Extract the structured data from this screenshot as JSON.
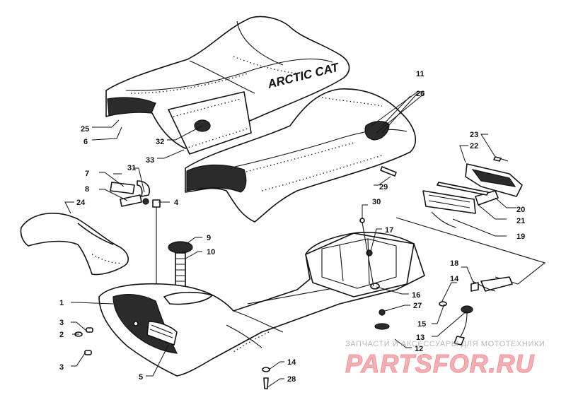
{
  "diagram": {
    "brand_text": "ARCTIC CAT",
    "callouts": {
      "c1": "1",
      "c2": "2",
      "c3a": "3",
      "c3b": "3",
      "c4": "4",
      "c5": "5",
      "c6": "6",
      "c7": "7",
      "c8": "8",
      "c9": "9",
      "c10": "10",
      "c11": "11",
      "c12": "12",
      "c13": "13",
      "c14a": "14",
      "c14b": "14",
      "c15": "15",
      "c16": "16",
      "c17": "17",
      "c18": "18",
      "c19": "19",
      "c20": "20",
      "c21": "21",
      "c22": "22",
      "c23": "23",
      "c24": "24",
      "c25": "25",
      "c26": "26",
      "c27": "27",
      "c28": "28",
      "c29": "29",
      "c30": "30",
      "c31": "31",
      "c32": "32",
      "c33": "33"
    }
  },
  "watermark": {
    "tagline": "ЗАПЧАСТИ И АКСЕССУАРЫ ДЛЯ МОТОТЕХНИКИ",
    "logo": "PARTSFOR.RU"
  }
}
